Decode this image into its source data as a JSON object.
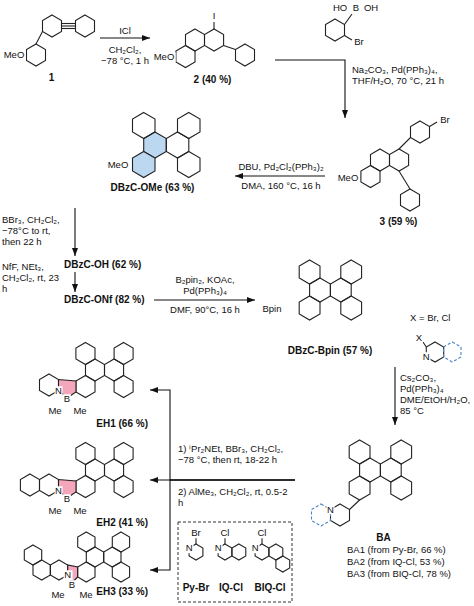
{
  "diagram": {
    "nodes": [
      {
        "text": [
          "1"
        ]
      },
      {
        "text": [
          "2 (40 %)"
        ]
      },
      {
        "text": [
          "3 (59 %)"
        ]
      },
      {
        "text": [
          "DBzC-OMe (63 %)"
        ]
      },
      {
        "text": [
          "DBzC-OH (62 %)"
        ]
      },
      {
        "text": [
          "DBzC-ONf (82 %)"
        ]
      },
      {
        "text": [
          "DBzC-Bpin (57 %)"
        ]
      },
      {
        "text": [
          "BA",
          "BA1 (from Py-Br, 66 %)",
          "BA2 (from IQ-Cl, 53 %)",
          "BA3 (from BIQ-Cl, 78 %)"
        ]
      },
      {
        "text": [
          "EH1 (66 %)"
        ]
      },
      {
        "text": [
          "EH2 (41 %)"
        ]
      },
      {
        "text": [
          "EH3 (33 %)"
        ]
      },
      {
        "text": [
          "Py-Br"
        ]
      },
      {
        "text": [
          "IQ-Cl"
        ]
      },
      {
        "text": [
          "BIQ-Cl"
        ]
      }
    ],
    "edges": [
      {
        "from": 0,
        "to": 1,
        "arrow": "to",
        "label": "ICl"
      },
      {
        "from": 1,
        "to": 2,
        "arrow": "to",
        "label": "Na₂CO₃, Pd(PPh₃)₄, THF/H₂O, 70 °C, 21 h"
      },
      {
        "from": 2,
        "to": 3,
        "arrow": "to",
        "label": "DBU, Pd₂Cl₂(PPh₃)₂"
      },
      {
        "from": 3,
        "to": 4,
        "arrow": "to",
        "label": "BBr₃, CH₂Cl₂, −78°C to rt, then 22 h"
      },
      {
        "from": 4,
        "to": 5,
        "arrow": "to",
        "label": "NfF, NEt₃, CH₂Cl₂, rt, 23 h"
      },
      {
        "from": 5,
        "to": 6,
        "arrow": "to",
        "label": "B₂pin₂, KOAc, Pd(PPh₃)₄"
      },
      {
        "from": 6,
        "to": 7,
        "arrow": "to",
        "label": "Cs₂CO₃, Pd(PPh₃)₄ DME/EtOH/H₂O, 85 °C"
      },
      {
        "from": 7,
        "to": 9,
        "arrow": "to",
        "label": "1) ⁱPr₂NEt, BBr₃, CH₂Cl₂, −78 °C, then rt, 18-22 h"
      },
      {
        "from": 7,
        "to": 8,
        "arrow": "to"
      },
      {
        "from": 7,
        "to": 10,
        "arrow": "to"
      }
    ],
    "labels": [
      "MeO",
      "CH₂Cl₂, −78 °C, 1 h",
      "I",
      "MeO",
      "HO",
      "B",
      "OH",
      "Br",
      "Br",
      "MeO",
      "DMA, 160 °C, 16 h",
      "MeO",
      "DMF, 90°C, 16 h",
      "Bpin",
      "X = Br, Cl",
      "X",
      "N",
      "N",
      "2) AlMe₃, CH₂Cl₂, rt, 0.5-2 h",
      "N",
      "B",
      "Me",
      "Me",
      "N",
      "B",
      "Me",
      "Me",
      "N",
      "B",
      "Me",
      "Me",
      "Br",
      "N",
      "Cl",
      "N",
      "Cl",
      "N"
    ]
  }
}
